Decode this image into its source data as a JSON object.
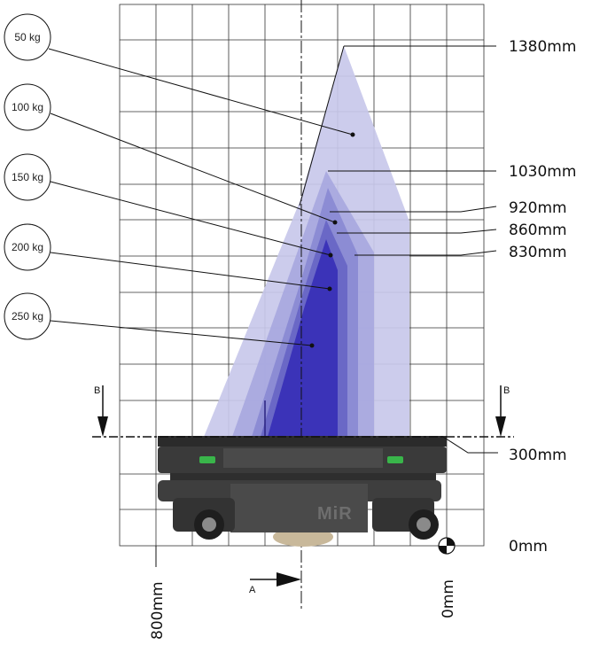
{
  "load_labels": [
    "50 kg",
    "100 kg",
    "150 kg",
    "200 kg",
    "250 kg"
  ],
  "height_labels": [
    "1380mm",
    "1030mm",
    "920mm",
    "860mm",
    "830mm",
    "300mm",
    "0mm"
  ],
  "width_labels": [
    "800mm",
    "0mm"
  ],
  "section_labels": {
    "a": "A",
    "b_left": "B",
    "b_right": "B"
  },
  "robot_logo": "MiR",
  "colors": {
    "zone_50": "#c8c8ea",
    "zone_100": "#a9a9df",
    "zone_150": "#8c8cd4",
    "zone_200": "#6a68c6",
    "zone_250": "#3b33b8",
    "grid": "#333333",
    "robot_body": "#3a3a3a"
  }
}
